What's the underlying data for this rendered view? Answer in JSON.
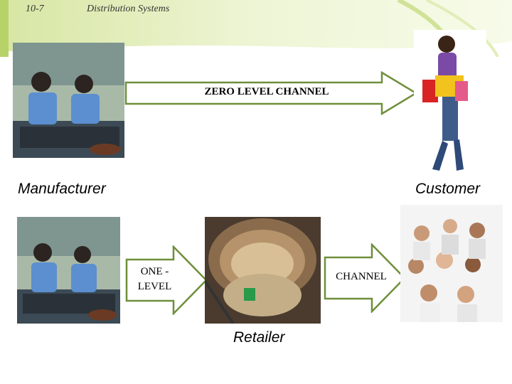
{
  "header": {
    "slide_number": "10-7",
    "section_title": "Distribution Systems"
  },
  "zero_level": {
    "arrow_label": "ZERO LEVEL CHANNEL"
  },
  "one_level": {
    "arrow_label_line1": "ONE -",
    "arrow_label_line2": "LEVEL",
    "arrow2_label": "CHANNEL"
  },
  "labels": {
    "manufacturer": "Manufacturer",
    "customer": "Customer",
    "retailer": "Retailer"
  },
  "colors": {
    "arrow_border": "#6f8f3a",
    "header_green": "#c8dc8a",
    "header_light": "#eef5d5"
  }
}
